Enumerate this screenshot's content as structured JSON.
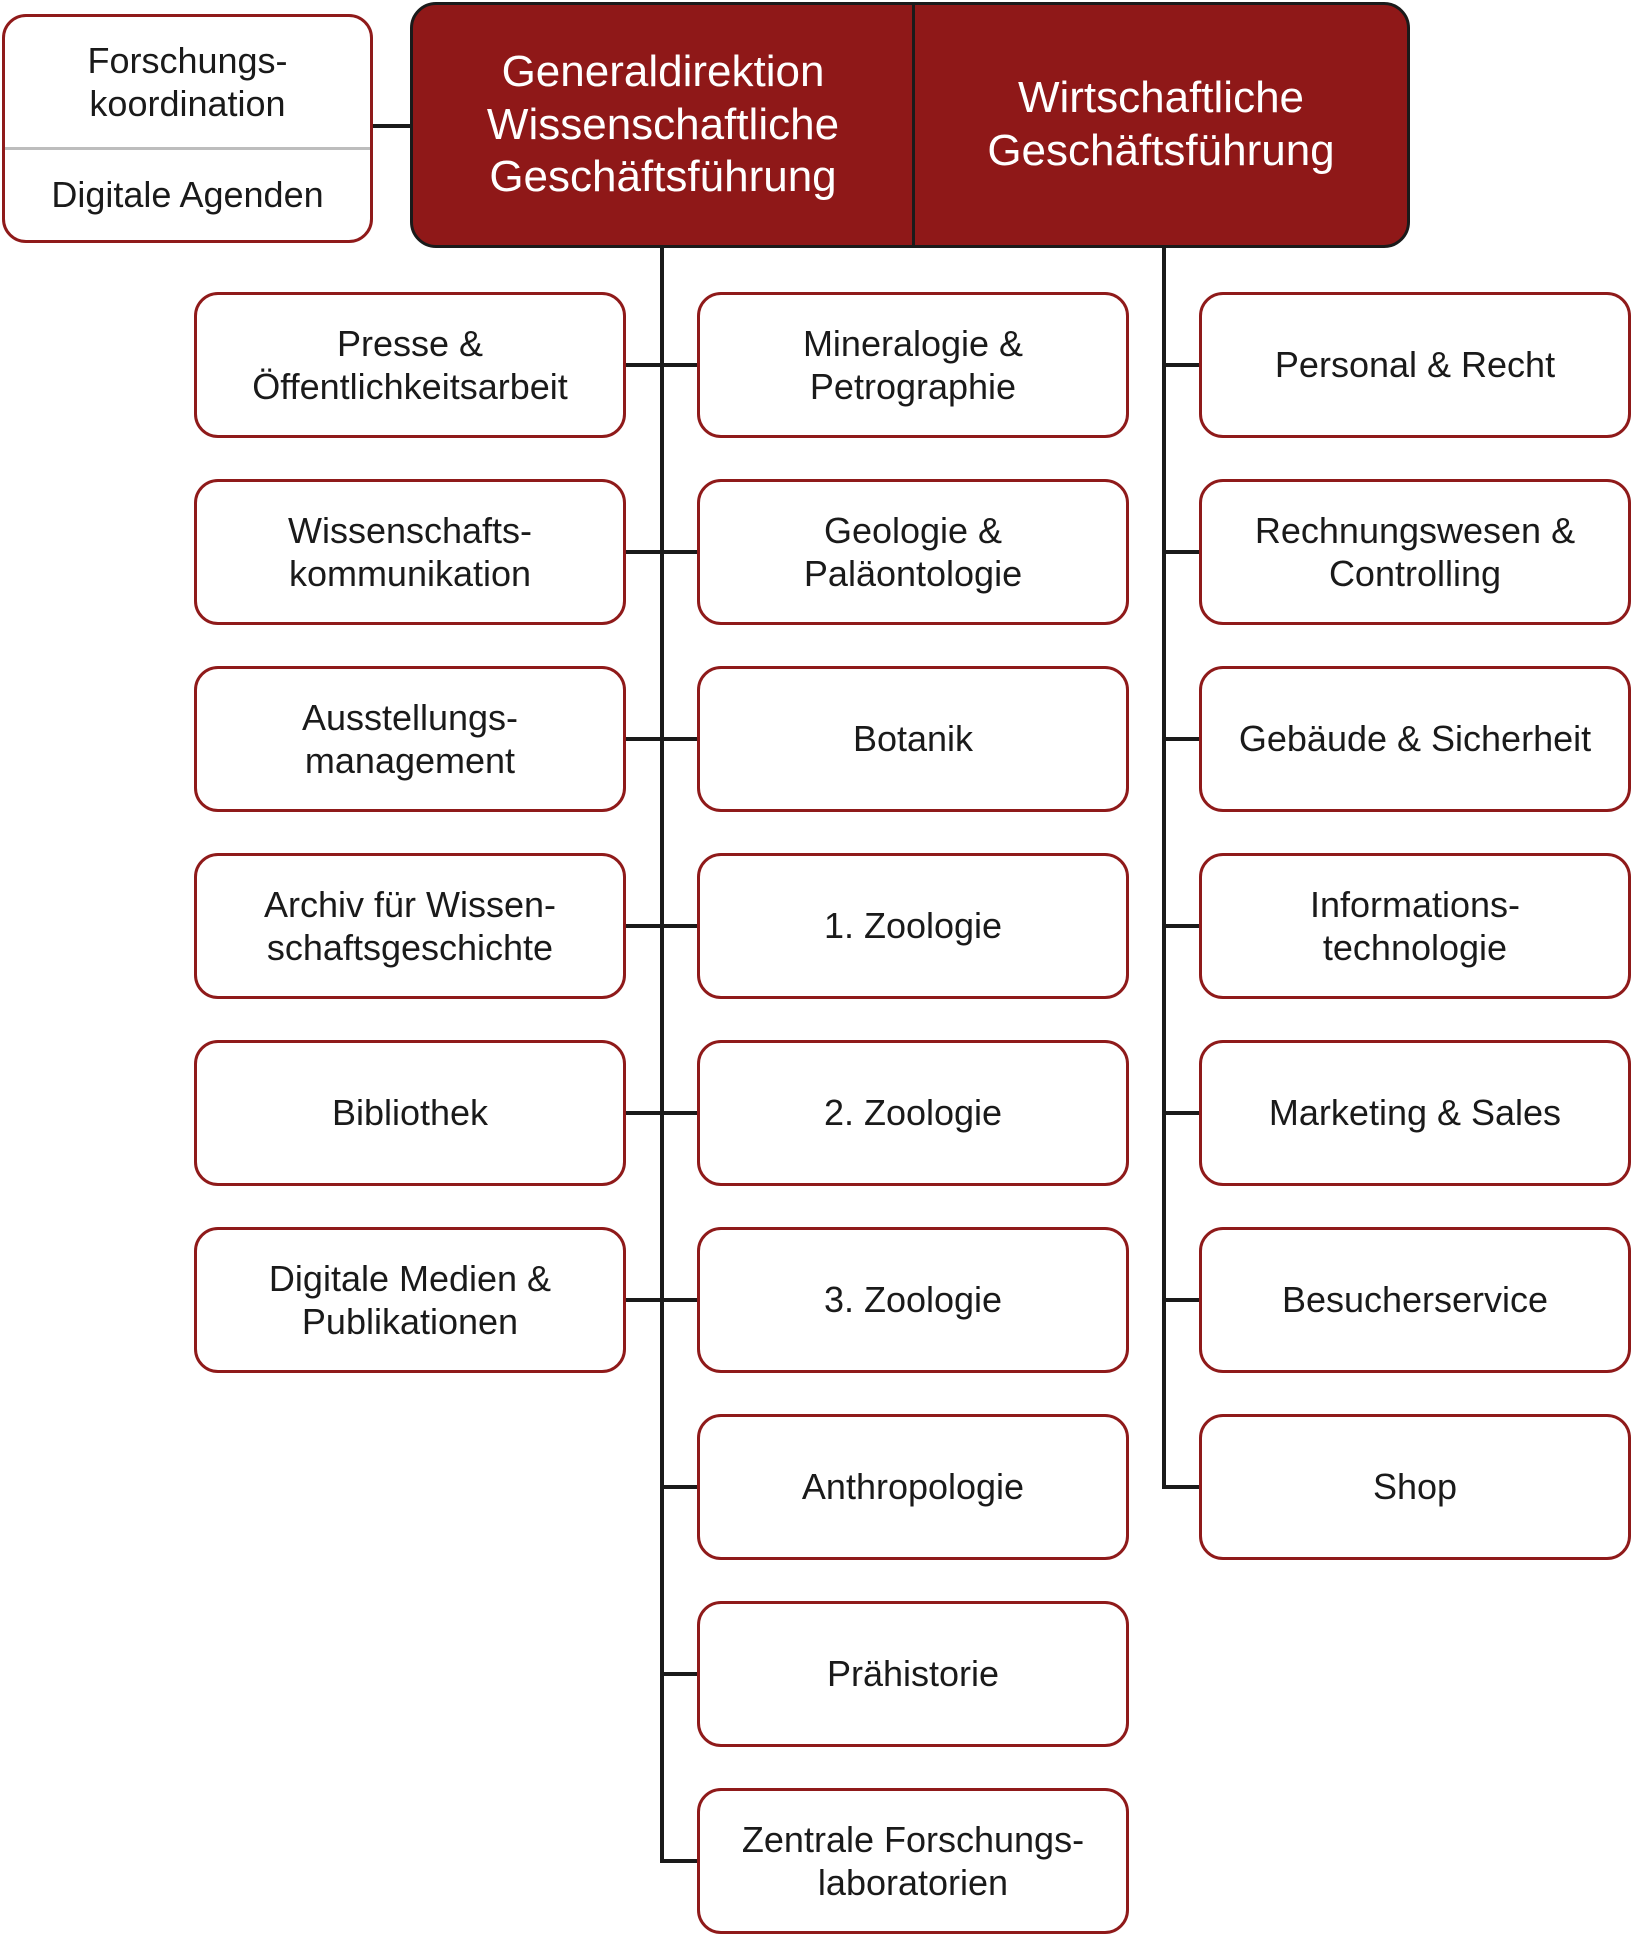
{
  "side_box": {
    "top": "Forschungs-\nkoordination",
    "bottom": "Digitale Agenden"
  },
  "header": {
    "left": "Generaldirektion\nWissenschaftliche\nGeschäftsführung",
    "right": "Wirtschaftliche\nGeschäftsführung"
  },
  "columns": {
    "left": [
      "Presse &\nÖffentlichkeitsarbeit",
      "Wissenschafts-\nkommunikation",
      "Ausstellungs-\nmanagement",
      "Archiv für Wissen-\nschaftsgeschichte",
      "Bibliothek",
      "Digitale Medien &\nPublikationen"
    ],
    "middle": [
      "Mineralogie &\nPetrographie",
      "Geologie &\nPaläontologie",
      "Botanik",
      "1. Zoologie",
      "2. Zoologie",
      "3. Zoologie",
      "Anthropologie",
      "Prähistorie",
      "Zentrale Forschungs-\nlaboratorien"
    ],
    "right": [
      "Personal & Recht",
      "Rechnungswesen &\nControlling",
      "Gebäude & Sicherheit",
      "Informations-\ntechnologie",
      "Marketing & Sales",
      "Besucherservice",
      "Shop"
    ]
  },
  "colors": {
    "accent": "#8f1818",
    "line": "#1a1a1a"
  }
}
